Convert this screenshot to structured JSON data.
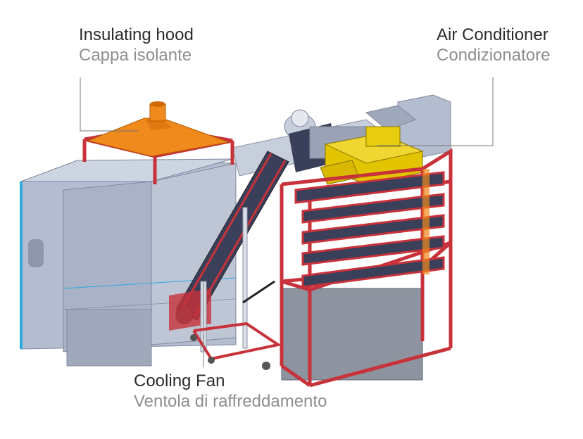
{
  "labels": {
    "hood": {
      "en": "Insulating hood",
      "it": "Cappa isolante"
    },
    "ac": {
      "en": "Air Conditioner",
      "it": "Condizionatore"
    },
    "fan": {
      "en": "Cooling Fan",
      "it": "Ventola di raffreddamento"
    }
  },
  "colors": {
    "hood": "#f08a1c",
    "ac": "#e2c400",
    "frame": "#c8323a",
    "frame_light": "#f0b8b8",
    "body": "#b4bdd0",
    "body_dark": "#8e97aa",
    "accent_blue": "#2aa9e0",
    "leader": "#777777"
  }
}
